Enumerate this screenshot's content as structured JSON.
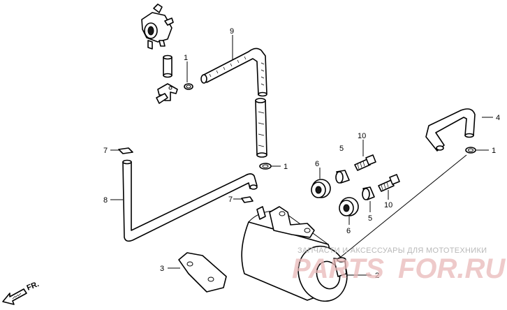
{
  "callouts": [
    "1",
    "1",
    "1",
    "2",
    "3",
    "4",
    "5",
    "5",
    "6",
    "6",
    "7",
    "7",
    "8",
    "9",
    "10",
    "10"
  ],
  "watermark": {
    "caption": "ЗАПЧАСТИ И АКСЕССУАРЫ ДЛЯ МОТОТЕХНИКИ",
    "logo_left": "PARTS",
    "logo_right": "FOR.RU"
  },
  "direction": "FR.",
  "colors": {
    "line": "#000000",
    "watermark_logo": "#e9b9b9",
    "watermark_text": "#b8b8b8"
  }
}
